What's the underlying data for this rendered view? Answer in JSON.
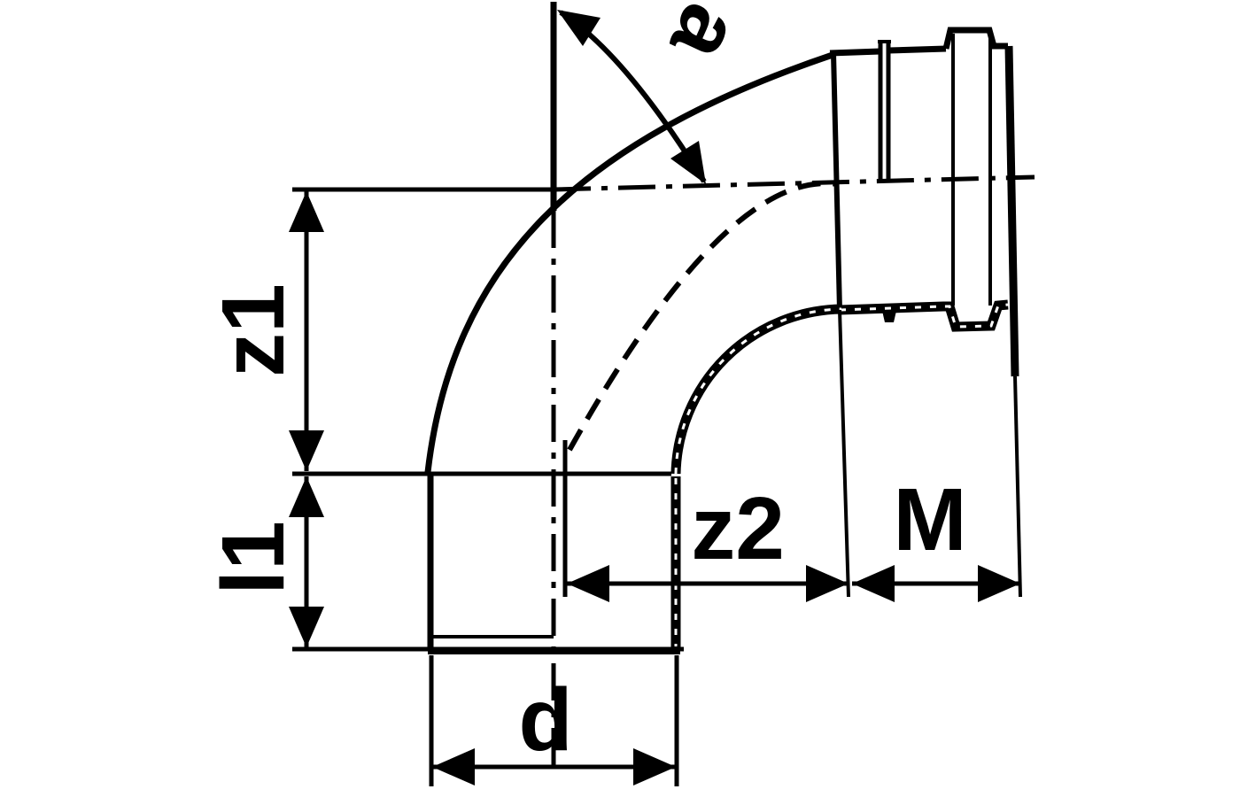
{
  "diagram": {
    "kind": "technical-dimension-drawing",
    "subject": "pipe-bend-fitting-with-socket-half-section",
    "colors": {
      "line": "#000000",
      "background": "#ffffff"
    },
    "labels": {
      "angle": "a",
      "z1": "z1",
      "l1": "l1",
      "z2": "z2",
      "m": "M",
      "d": "d"
    }
  }
}
